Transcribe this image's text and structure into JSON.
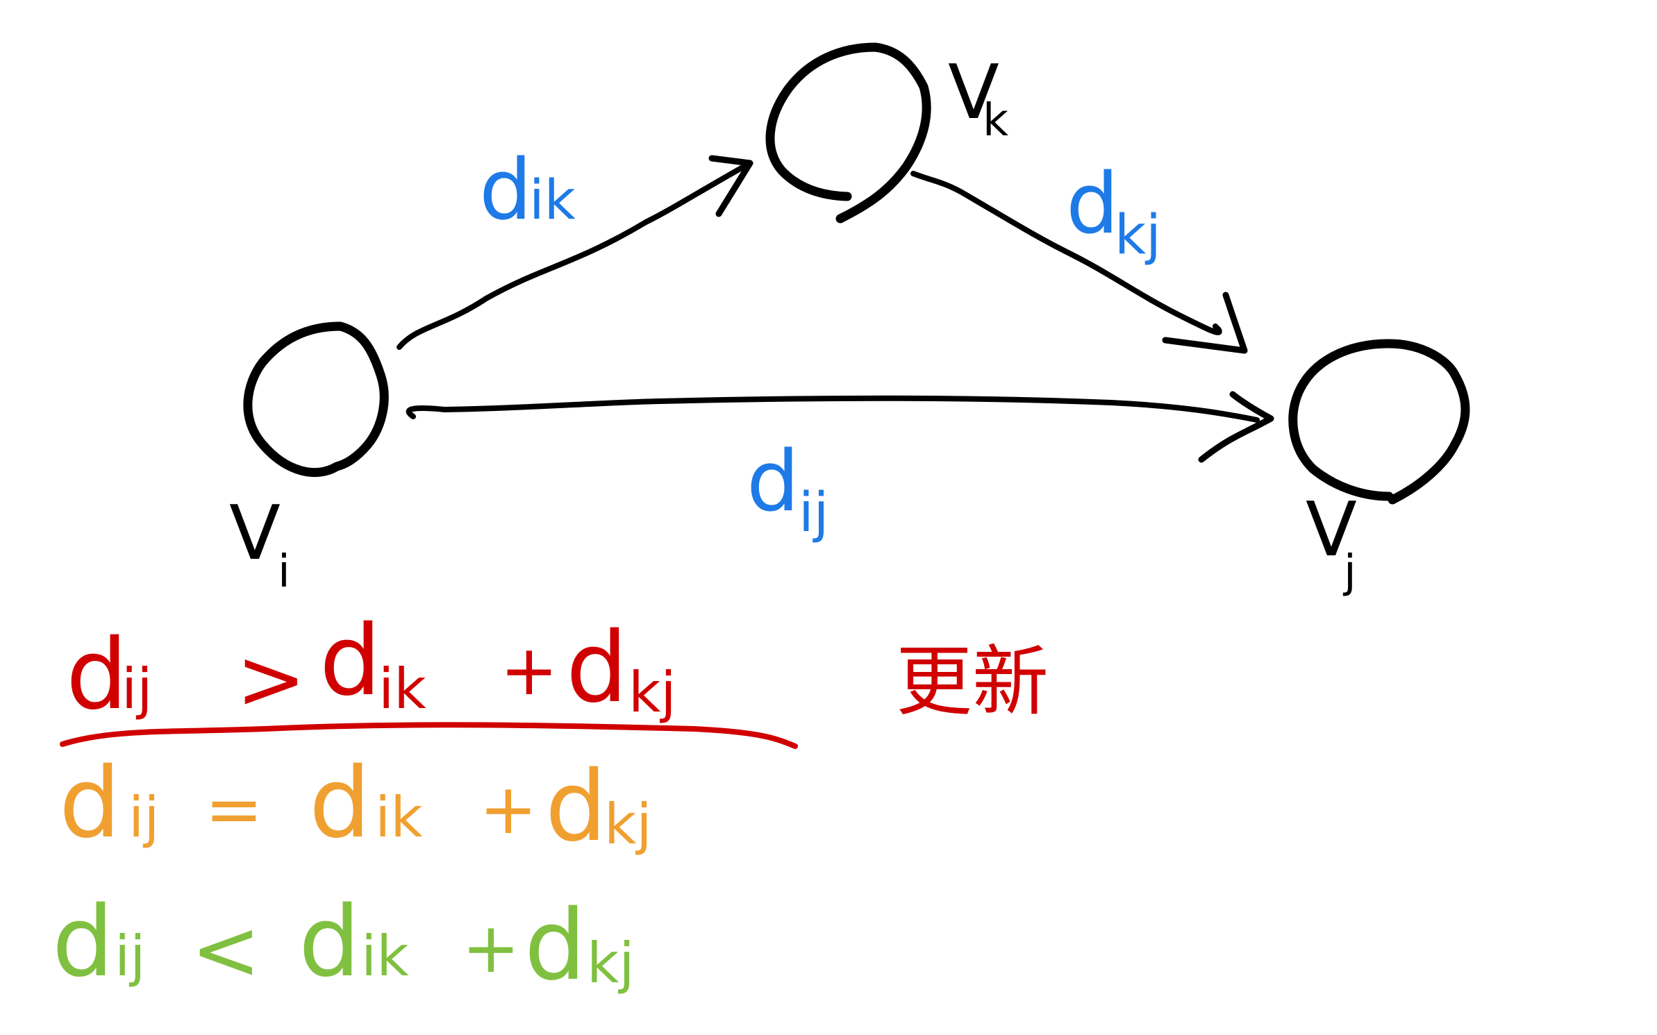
{
  "colors": {
    "ink": "#000000",
    "edge_label": "#1e7ae6",
    "condition_relax": "#d00000",
    "condition_equal": "#f0a030",
    "condition_less": "#80c040"
  },
  "nodes": {
    "vi": {
      "label": "V",
      "sub": "i"
    },
    "vk": {
      "label": "V",
      "sub": "k"
    },
    "vj": {
      "label": "V",
      "sub": "j"
    }
  },
  "edges": {
    "ik": {
      "label": "d",
      "sub": "ik"
    },
    "kj": {
      "label": "d",
      "sub": "kj"
    },
    "ij": {
      "label": "d",
      "sub": "ij"
    }
  },
  "conditions": {
    "relax": {
      "lhs": "d",
      "lhs_sub": "ij",
      "op": ">",
      "t1": "d",
      "t1_sub": "ik",
      "plus": "+",
      "t2": "d",
      "t2_sub": "kj",
      "note": "更新"
    },
    "equal": {
      "lhs": "d",
      "lhs_sub": "ij",
      "op": "=",
      "t1": "d",
      "t1_sub": "ik",
      "plus": "+",
      "t2": "d",
      "t2_sub": "kj"
    },
    "less": {
      "lhs": "d",
      "lhs_sub": "ij",
      "op": "<",
      "t1": "d",
      "t1_sub": "ik",
      "plus": "+",
      "t2": "d",
      "t2_sub": "kj"
    }
  }
}
